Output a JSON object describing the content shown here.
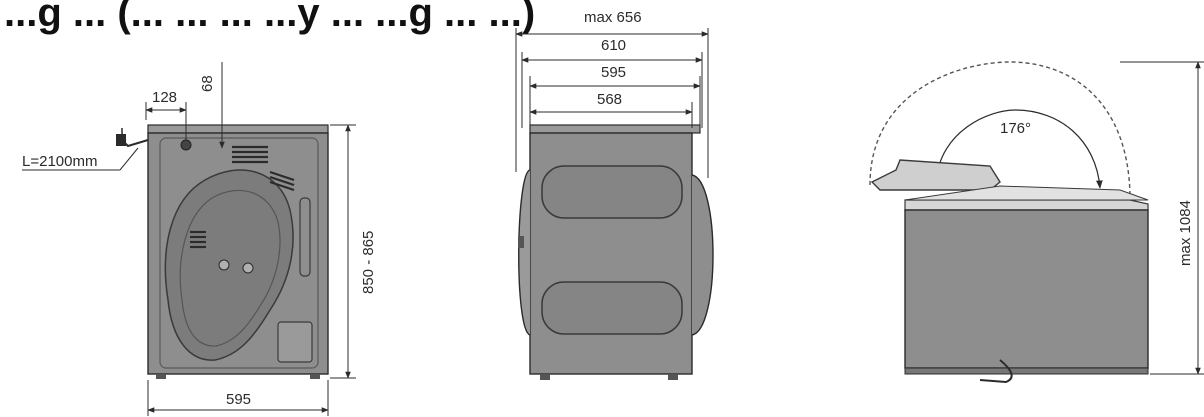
{
  "title": "...g ... (... ... ... ...y ... ...g ... ...)",
  "back_view": {
    "cable_offset": "128",
    "inlet_offset": "68",
    "cable_length": "L=2100mm",
    "height": "850 - 865",
    "width": "595"
  },
  "side_view": {
    "max_depth": "max 656",
    "depth_1": "610",
    "depth_2": "595",
    "depth_3": "568"
  },
  "lid_view": {
    "lid_angle": "176°",
    "max_height": "max 1084"
  },
  "colors": {
    "appliance_fill": "#8e8e8e",
    "appliance_dark": "#6f6f6f",
    "line": "#2b2b2b",
    "background": "#ffffff"
  }
}
